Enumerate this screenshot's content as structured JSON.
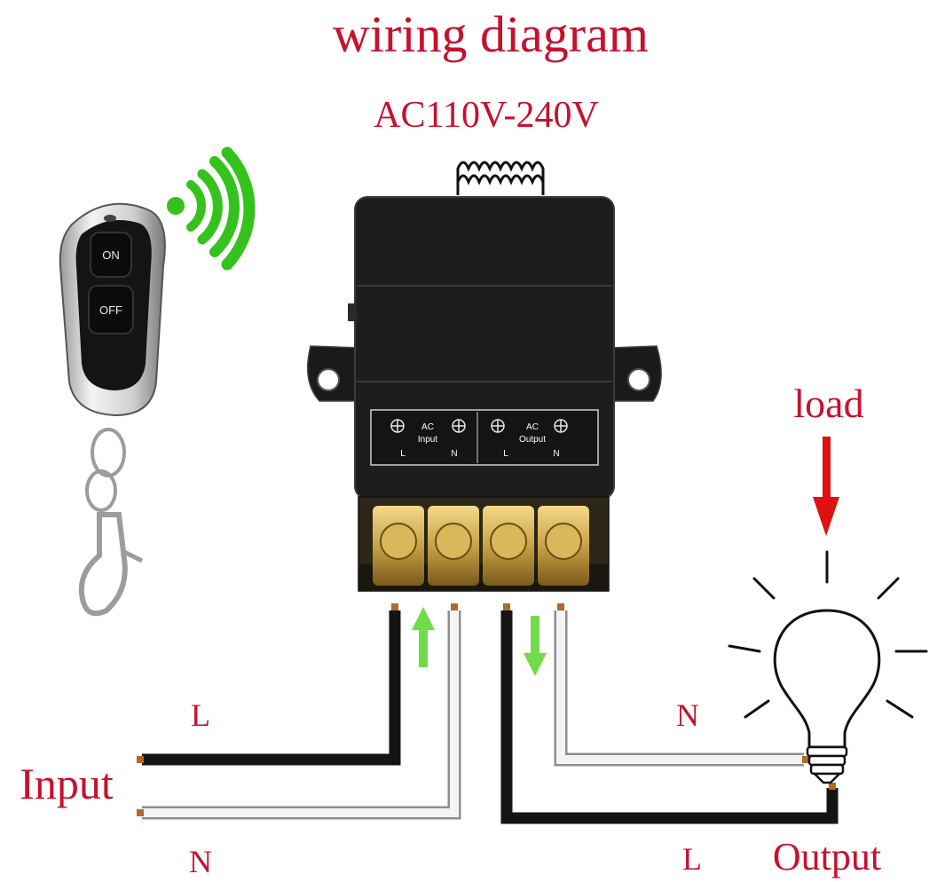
{
  "diagram": {
    "title": "wiring diagram",
    "subtitle": "AC110V-240V"
  },
  "remote": {
    "on_label": "ON",
    "off_label": "OFF"
  },
  "relay": {
    "input_block": {
      "title": "AC",
      "name": "Input",
      "l": "L",
      "n": "N"
    },
    "output_block": {
      "title": "AC",
      "name": "Output",
      "l": "L",
      "n": "N"
    }
  },
  "labels": {
    "input_l": "L",
    "input": "Input",
    "input_n": "N",
    "load": "load",
    "output_n": "N",
    "output_l": "L",
    "output": "Output"
  },
  "colors": {
    "label_red": "#c8102e",
    "signal_green": "#35c21d",
    "arrow_green": "#6fdc4a",
    "arrow_red": "#e01010",
    "wire_black": "#141414",
    "wire_white": "#f2f2f2",
    "relay_body": "#1d1d1f"
  }
}
